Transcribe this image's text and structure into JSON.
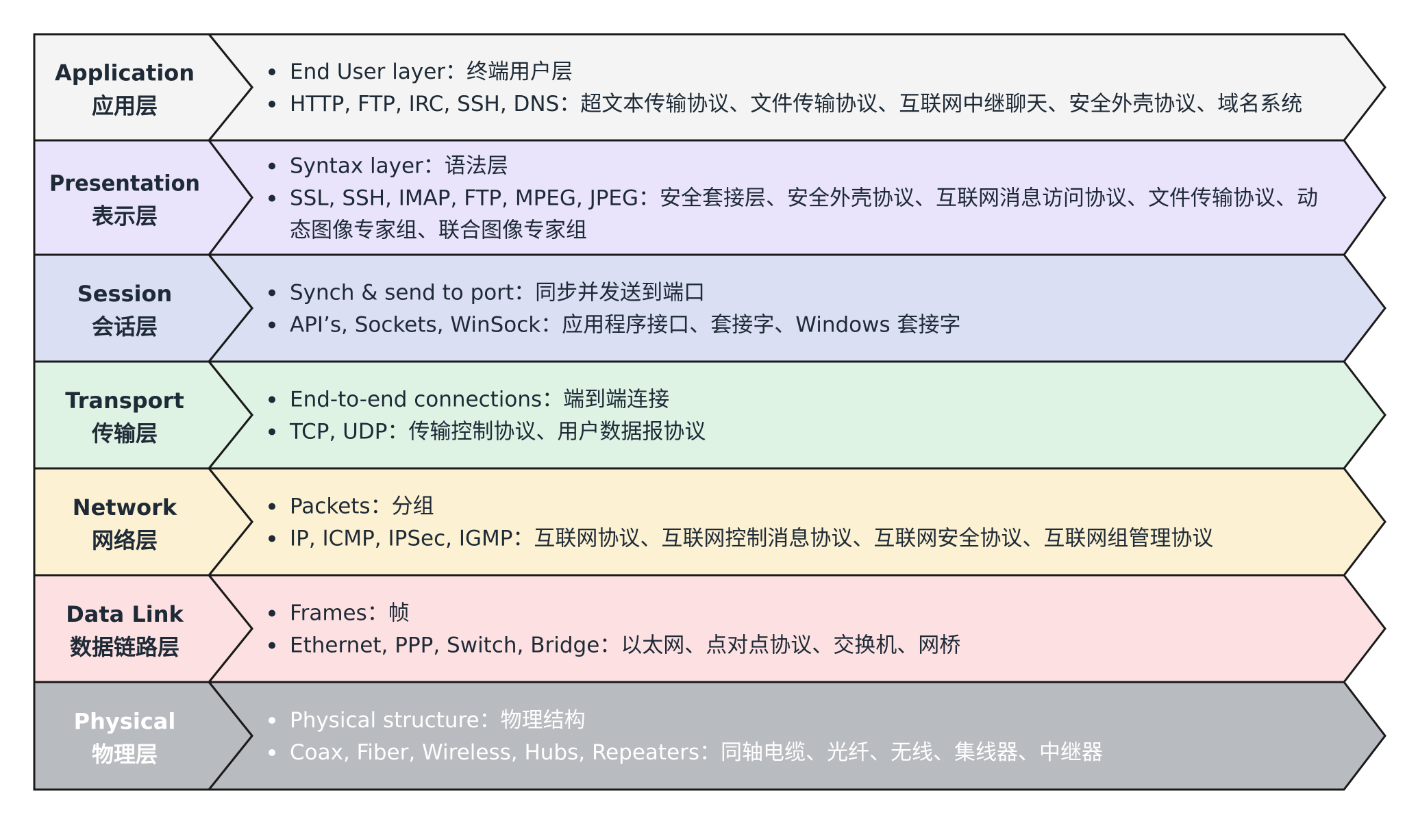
{
  "layers": [
    {
      "id": "application",
      "name_en": "Application",
      "name_zh": "应用层",
      "bg_color": "#f4f4f4",
      "text_color": "#1e2a36",
      "bullets": [
        [
          "End User layer：终端用户层"
        ],
        [
          "HTTP, FTP, IRC, SSH, DNS：超文本传输协议、文件传输协议、互联网中继聊天、安全外壳协议、域名系统"
        ]
      ]
    },
    {
      "id": "presentation",
      "name_en": "Presentation",
      "name_zh": "表示层",
      "bg_color": "#e9e4fc",
      "text_color": "#1e2a36",
      "bullets": [
        [
          "Syntax layer：语法层"
        ],
        [
          "SSL, SSH, IMAP, FTP, MPEG, JPEG：安全套接层、安全外壳协议、互联网消息访问协议、文件传输协议、动",
          "态图像专家组、联合图像专家组"
        ]
      ]
    },
    {
      "id": "session",
      "name_en": "Session",
      "name_zh": "会话层",
      "bg_color": "#dadff4",
      "text_color": "#1e2a36",
      "bullets": [
        [
          "Synch & send to port：同步并发送到端口"
        ],
        [
          "API’s, Sockets, WinSock：应用程序接口、套接字、Windows 套接字"
        ]
      ]
    },
    {
      "id": "transport",
      "name_en": "Transport",
      "name_zh": "传输层",
      "bg_color": "#def3e4",
      "text_color": "#1e2a36",
      "bullets": [
        [
          "End-to-end connections：端到端连接"
        ],
        [
          "TCP, UDP：传输控制协议、用户数据报协议"
        ]
      ]
    },
    {
      "id": "network",
      "name_en": "Network",
      "name_zh": "网络层",
      "bg_color": "#fcf1d2",
      "text_color": "#1e2a36",
      "bullets": [
        [
          "Packets：分组"
        ],
        [
          "IP, ICMP, IPSec, IGMP：互联网协议、互联网控制消息协议、互联网安全协议、互联网组管理协议"
        ]
      ]
    },
    {
      "id": "data-link",
      "name_en": "Data Link",
      "name_zh": "数据链路层",
      "bg_color": "#fde1e2",
      "text_color": "#1e2a36",
      "bullets": [
        [
          "Frames：帧"
        ],
        [
          "Ethernet, PPP, Switch, Bridge：以太网、点对点协议、交换机、网桥"
        ]
      ]
    },
    {
      "id": "physical",
      "name_en": "Physical",
      "name_zh": "物理层",
      "bg_color": "#b8bbc0",
      "text_color": "#ffffff",
      "bullets": [
        [
          "Physical structure：物理结构"
        ],
        [
          "Coax, Fiber, Wireless, Hubs, Repeaters：同轴电缆、光纤、无线、集线器、中继器"
        ]
      ]
    }
  ]
}
